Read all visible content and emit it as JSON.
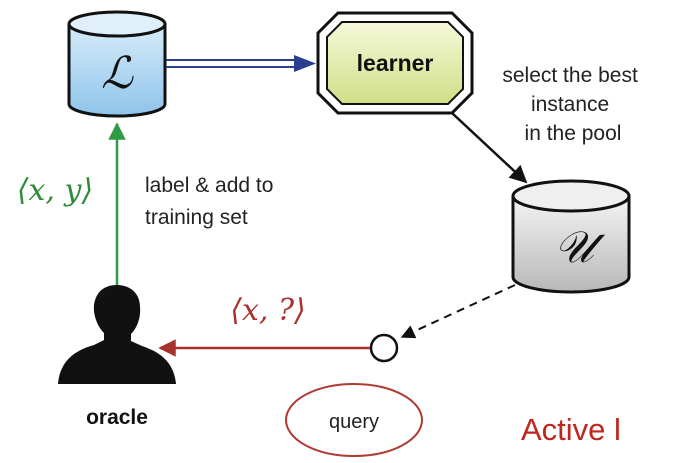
{
  "diagram": {
    "labeled_set_symbol": "ℒ",
    "unlabeled_pool_symbol": "𝒰",
    "learner_label": "learner",
    "select_text": [
      "select the best",
      "instance",
      "in the pool"
    ],
    "label_text": [
      "label & add to",
      "training set"
    ],
    "labeled_pair": "⟨x, y⟩",
    "query_pair": "⟨x, ?⟩",
    "oracle_label": "oracle",
    "query_label": "query",
    "caption_fragment": "Active l"
  },
  "colors": {
    "learner_fill": "#e6efb0",
    "labeled_db_fill": "#a9d4ef",
    "pool_db_fill": "#d9d9d9",
    "blue_arrow": "#2a3f8f",
    "green_arrow": "#2e9b47",
    "red_arrow": "#a8322d",
    "query_ellipse": "#b03a34",
    "caption": "#c0261e"
  }
}
